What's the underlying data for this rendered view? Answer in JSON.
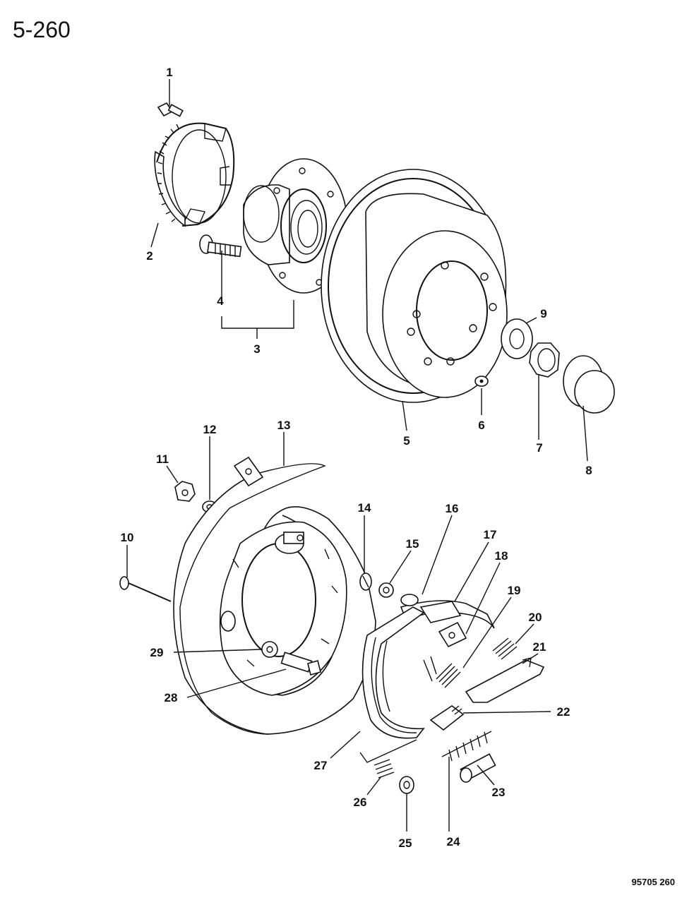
{
  "page_number": "5-260",
  "document_code": "95705 260",
  "callouts": [
    "1",
    "2",
    "3",
    "4",
    "5",
    "6",
    "7",
    "8",
    "9",
    "10",
    "11",
    "12",
    "13",
    "14",
    "15",
    "16",
    "17",
    "18",
    "19",
    "20",
    "21",
    "22",
    "23",
    "24",
    "25",
    "26",
    "27",
    "28",
    "29"
  ]
}
